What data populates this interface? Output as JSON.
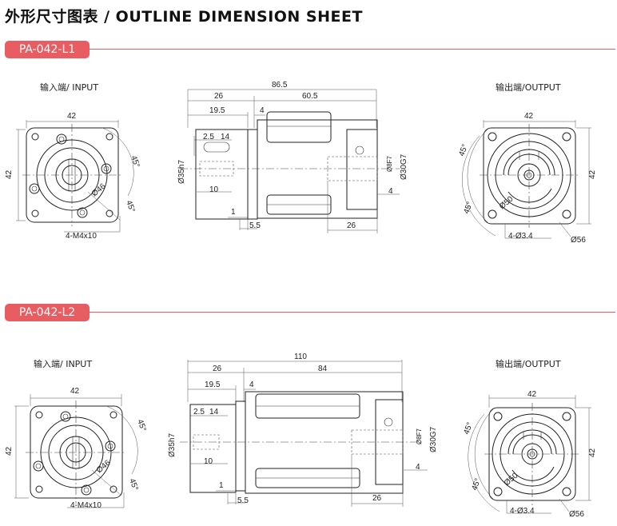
{
  "header": {
    "title": "外形尺寸图表 / OUTLINE DIMENSION SHEET"
  },
  "sections": [
    {
      "badge": "PA-042-L1",
      "input_label": "输入端/ INPUT",
      "output_label": "输出端/OUTPUT",
      "input": {
        "width": "42",
        "height": "42",
        "angle": "45°",
        "pcd": "Ø46",
        "holes": "4-M4x10"
      },
      "side": {
        "total": "86.5",
        "flange_len": "26",
        "body_len": "60.5",
        "shaft_len": "19.5",
        "pilot": "4",
        "key_offset": "2.5",
        "key_len": "14",
        "shaft_depth": "10",
        "shaft_dia": "Ø35h7",
        "step": "1",
        "flange_t": "5.5",
        "bore_dia": "Ø30G7",
        "bore_len": "26",
        "bore_step": "4",
        "bore_small": "Ø8F7"
      },
      "output": {
        "width": "42",
        "height": "42",
        "angle_top": "45°",
        "angle_bottom": "45°",
        "pcd": "Ø50",
        "holes": "4-Ø3.4",
        "outer": "Ø56"
      }
    },
    {
      "badge": "PA-042-L2",
      "input_label": "输入端/ INPUT",
      "output_label": "输出端/OUTPUT",
      "input": {
        "width": "42",
        "height": "42",
        "angle": "45°",
        "pcd": "Ø46",
        "holes": "4-M4x10"
      },
      "side": {
        "total": "110",
        "flange_len": "26",
        "body_len": "84",
        "shaft_len": "19.5",
        "pilot": "4",
        "key_offset": "2.5",
        "key_len": "14",
        "shaft_depth": "10",
        "shaft_dia": "Ø35h7",
        "step": "1",
        "flange_t": "5.5",
        "bore_dia": "Ø30G7",
        "bore_len": "26",
        "bore_step": "4",
        "bore_small": "Ø8F7"
      },
      "output": {
        "width": "42",
        "height": "42",
        "angle_top": "45°",
        "angle_bottom": "45°",
        "pcd": "Ø50",
        "holes": "4-Ø3.4",
        "outer": "Ø56"
      }
    }
  ]
}
